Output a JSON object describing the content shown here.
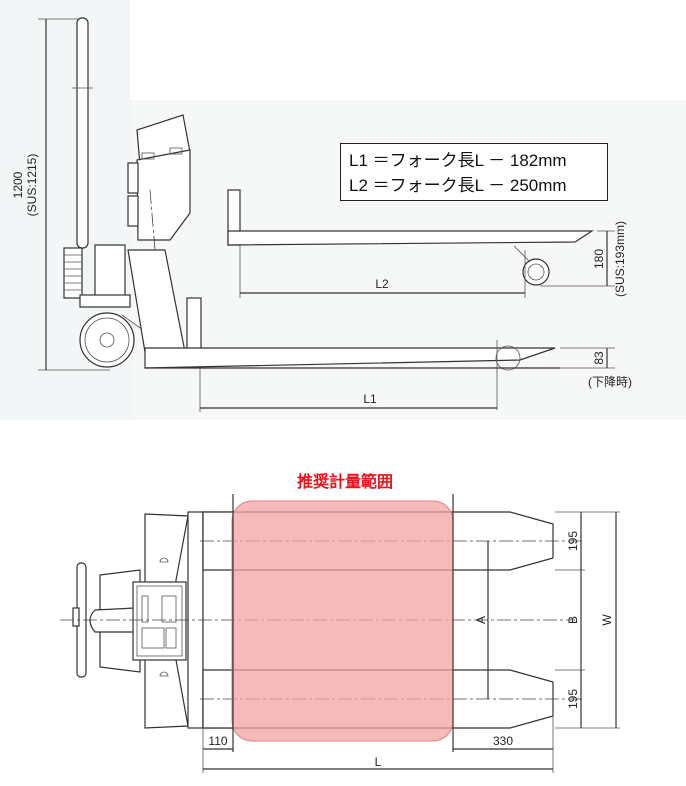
{
  "side_view": {
    "height_dim": "1200",
    "height_dim_sus": "(SUS:1215)",
    "raised_dim": "180",
    "raised_dim_sus": "(SUS:193mm)",
    "lowered_dim": "83",
    "lowered_note": "(下降時)",
    "l1_label": "L1",
    "l2_label": "L2",
    "legend": [
      "L1 ＝フォーク長L － 182mm",
      "L2 ＝フォーク長L － 250mm"
    ]
  },
  "top_view": {
    "title": "推奨計量範囲",
    "dim_110": "110",
    "dim_330": "330",
    "dim_L": "L",
    "dim_195_top": "195",
    "dim_195_bottom": "195",
    "dim_A": "A",
    "dim_B": "B",
    "dim_W": "W",
    "highlight_color": "#f4a3a3",
    "title_color": "#e8141b"
  }
}
